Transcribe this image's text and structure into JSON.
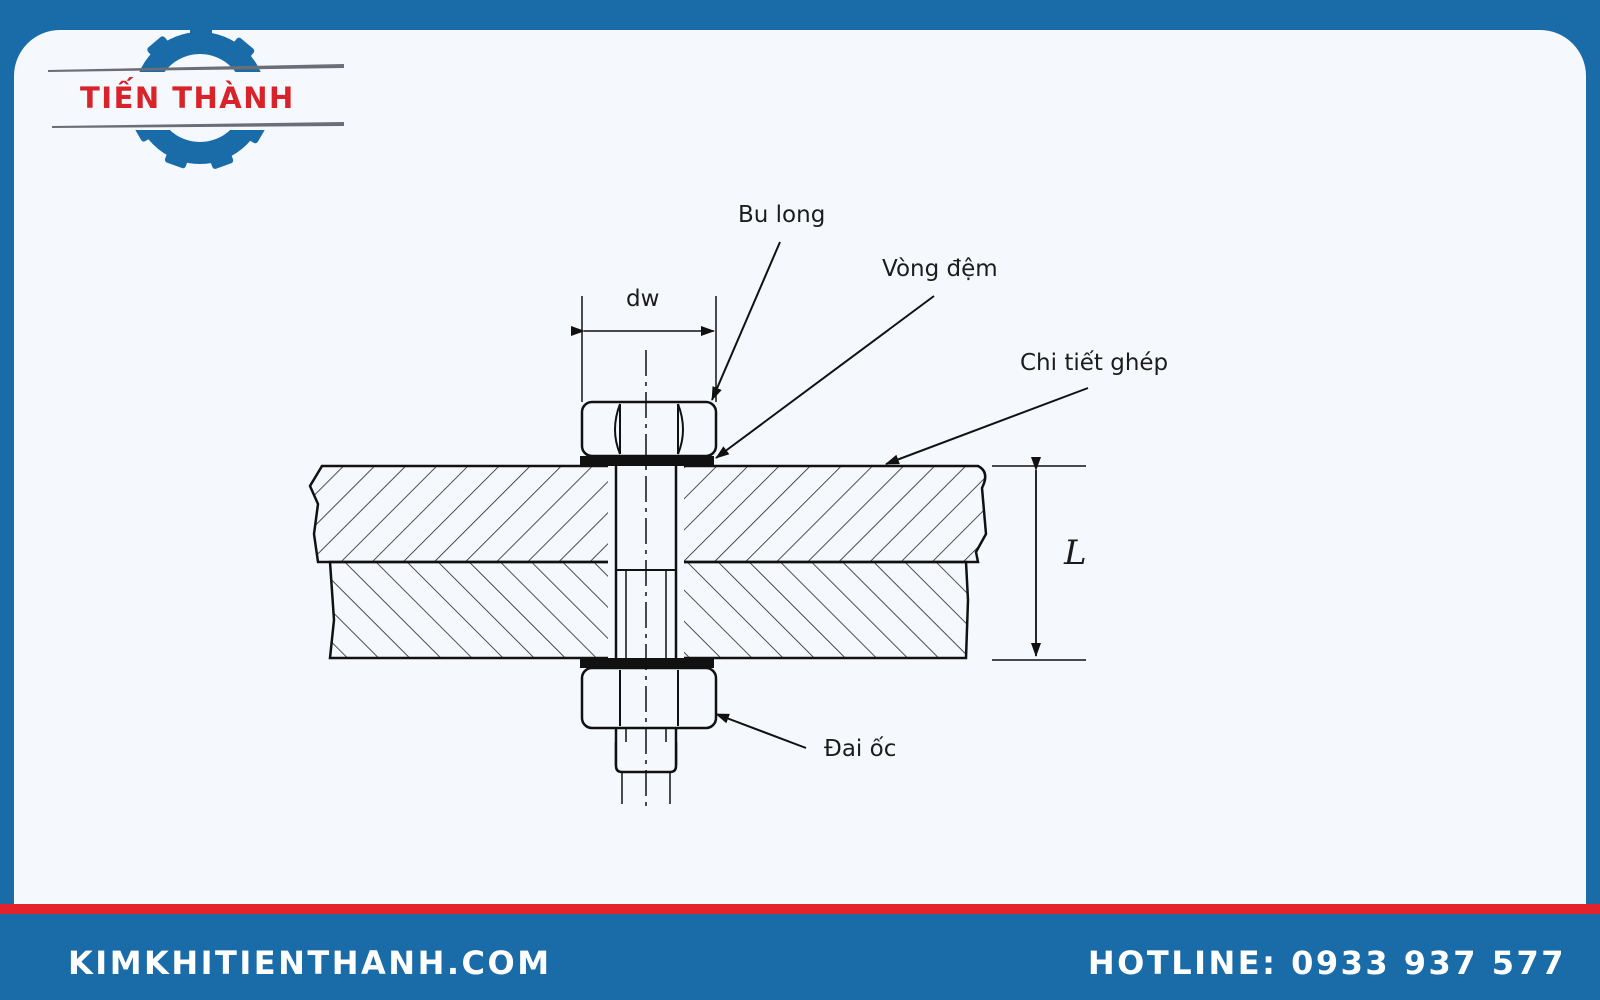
{
  "logo": {
    "brand_text": "TIẾN THÀNH",
    "colors": {
      "gear": "#1a6ca9",
      "text": "#d8232a",
      "stripe": "#6b6f75"
    }
  },
  "diagram": {
    "labels": {
      "bolt": "Bu long",
      "washer": "Vòng đệm",
      "joined_part": "Chi tiết ghép",
      "nut": "Đai ốc",
      "washer_diameter": "dw",
      "length": "L"
    }
  },
  "footer": {
    "website": "KIMKHITIENTHANH.COM",
    "hotline": "HOTLINE: 0933 937 577"
  },
  "colors": {
    "brand_blue": "#1a6ca9",
    "accent_red": "#e3222b",
    "card": "#f5f9fd"
  }
}
